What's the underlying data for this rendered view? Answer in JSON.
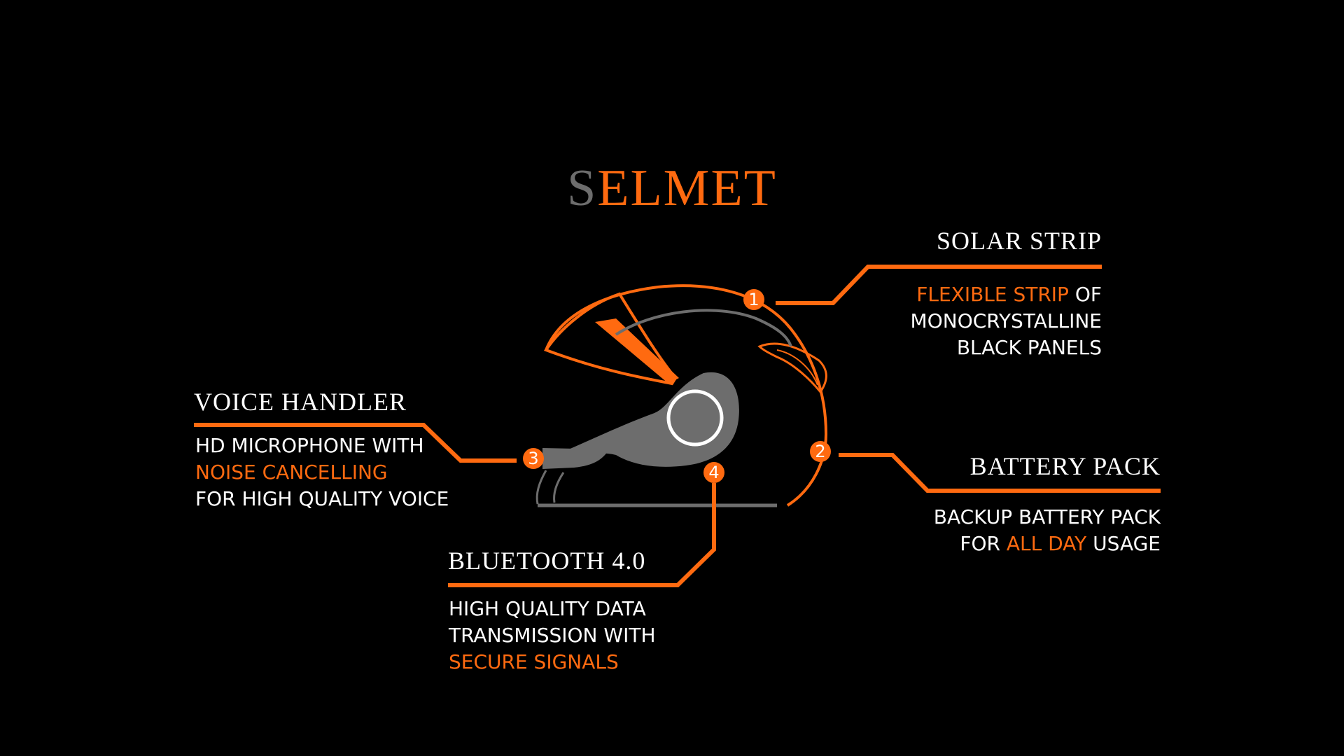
{
  "title": {
    "first_letter": "S",
    "rest": "ELMET"
  },
  "colors": {
    "accent": "#ff6a10",
    "gray": "#6d6d6d",
    "background": "#000000",
    "text": "#ffffff"
  },
  "callouts": {
    "solar": {
      "marker": "1",
      "heading": "SOLAR STRIP",
      "line1_highlight": "FLEXIBLE STRIP",
      "line1_rest": " OF",
      "line2": "MONOCRYSTALLINE",
      "line3": "BLACK PANELS"
    },
    "battery": {
      "marker": "2",
      "heading": "BATTERY PACK",
      "line1": "BACKUP BATTERY PACK",
      "line2_pre": "FOR ",
      "line2_highlight": "ALL DAY",
      "line2_post": " USAGE"
    },
    "voice": {
      "marker": "3",
      "heading": "VOICE HANDLER",
      "line1": "HD MICROPHONE WITH",
      "line2_highlight": "NOISE CANCELLING",
      "line3": "FOR HIGH QUALITY VOICE"
    },
    "bluetooth": {
      "marker": "4",
      "heading": "BLUETOOTH 4.0",
      "line1": "HIGH QUALITY DATA",
      "line2": "TRANSMISSION WITH",
      "line3_highlight": "SECURE SIGNALS"
    }
  }
}
